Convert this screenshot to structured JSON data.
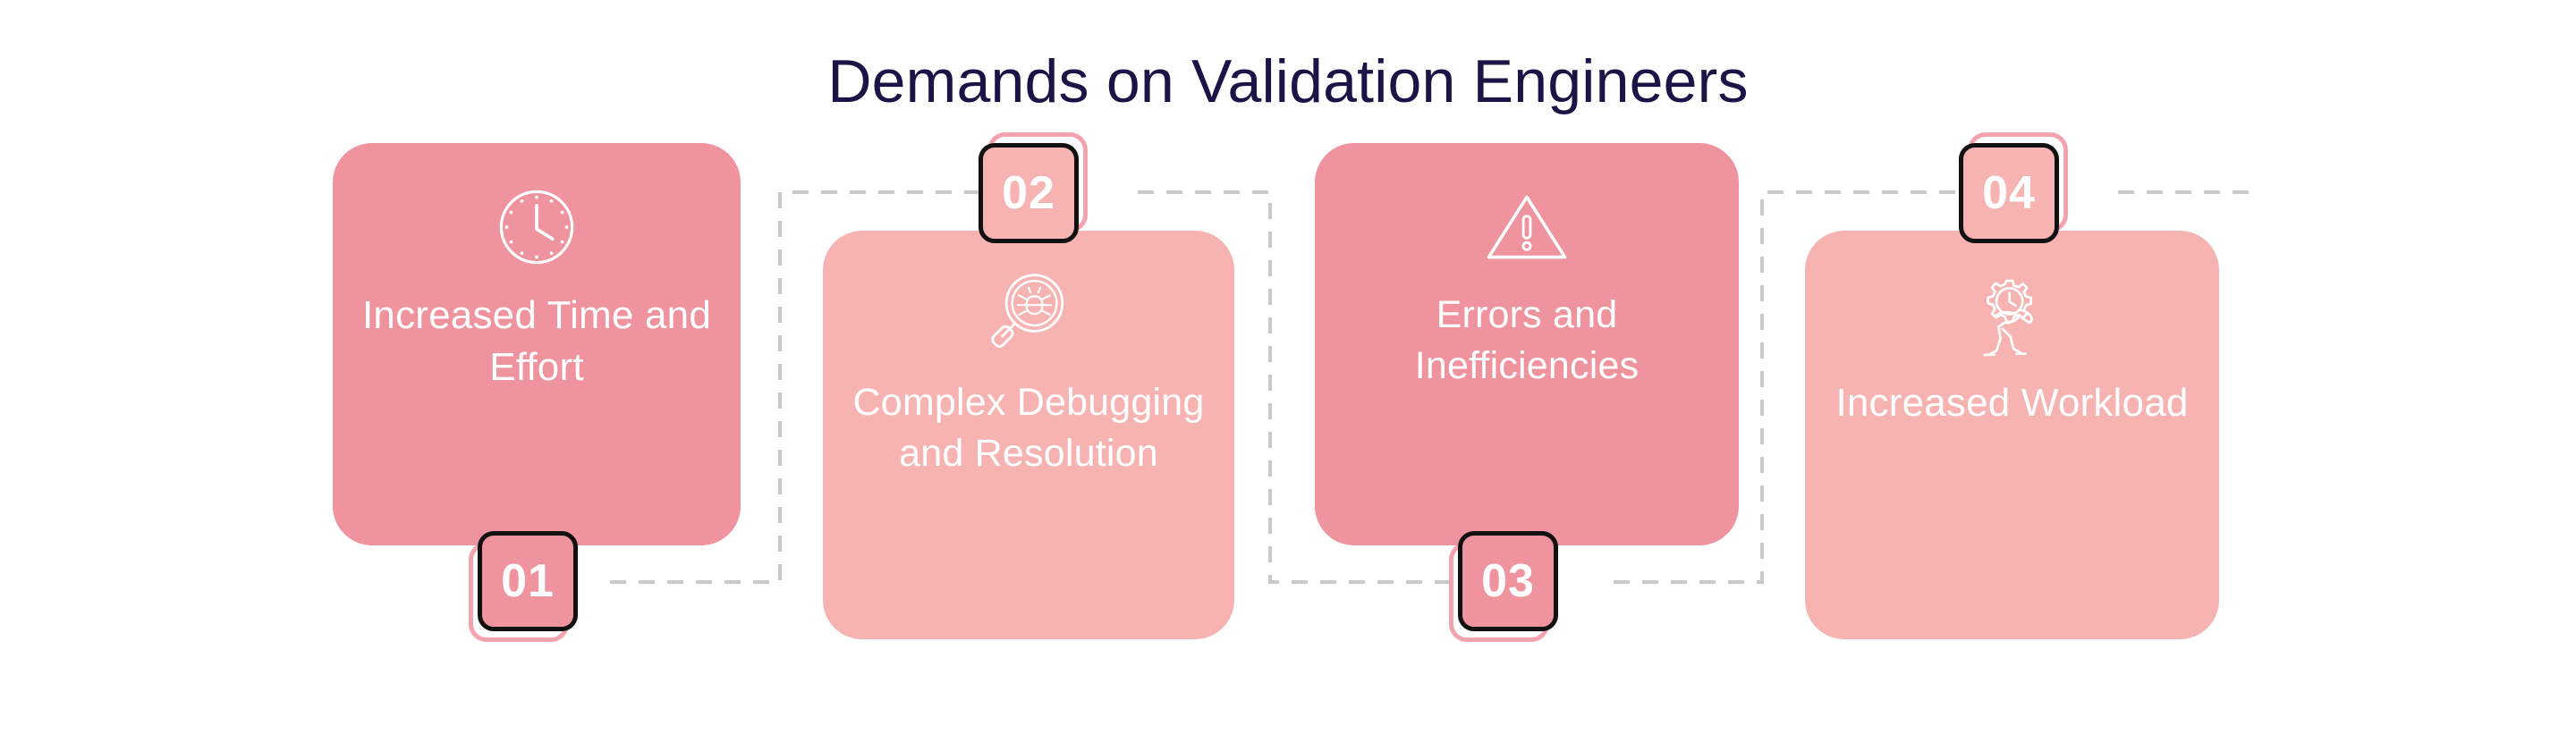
{
  "header": {
    "title": "Demands on Validation Engineers",
    "title_color": "#1b1446"
  },
  "theme": {
    "background": "#ffffff",
    "card_dark_pink": "#ef939f",
    "card_light_pink": "#f6b3b2",
    "badge_border": "#111111",
    "badge_shadow_outline": "#f3a3ae",
    "connector_dashed": "#c9c9c9",
    "text_on_card": "#ffffff"
  },
  "connector": {
    "style": "dashed",
    "color": "#c9c9c9",
    "dash_pattern": "18 14",
    "stroke_width": 4
  },
  "steps": [
    {
      "number": "01",
      "label": "Increased Time and Effort",
      "icon": "clock-icon",
      "card_tone": "dark",
      "badge_position": "bottom"
    },
    {
      "number": "02",
      "label": "Complex Debugging and Resolution",
      "icon": "magnifier-bug-icon",
      "card_tone": "light",
      "badge_position": "top"
    },
    {
      "number": "03",
      "label": "Errors and Inefficiencies",
      "icon": "warning-triangle-icon",
      "card_tone": "dark",
      "badge_position": "bottom"
    },
    {
      "number": "04",
      "label": "Increased Workload",
      "icon": "person-carrying-gear-clock-icon",
      "card_tone": "light",
      "badge_position": "top"
    }
  ]
}
